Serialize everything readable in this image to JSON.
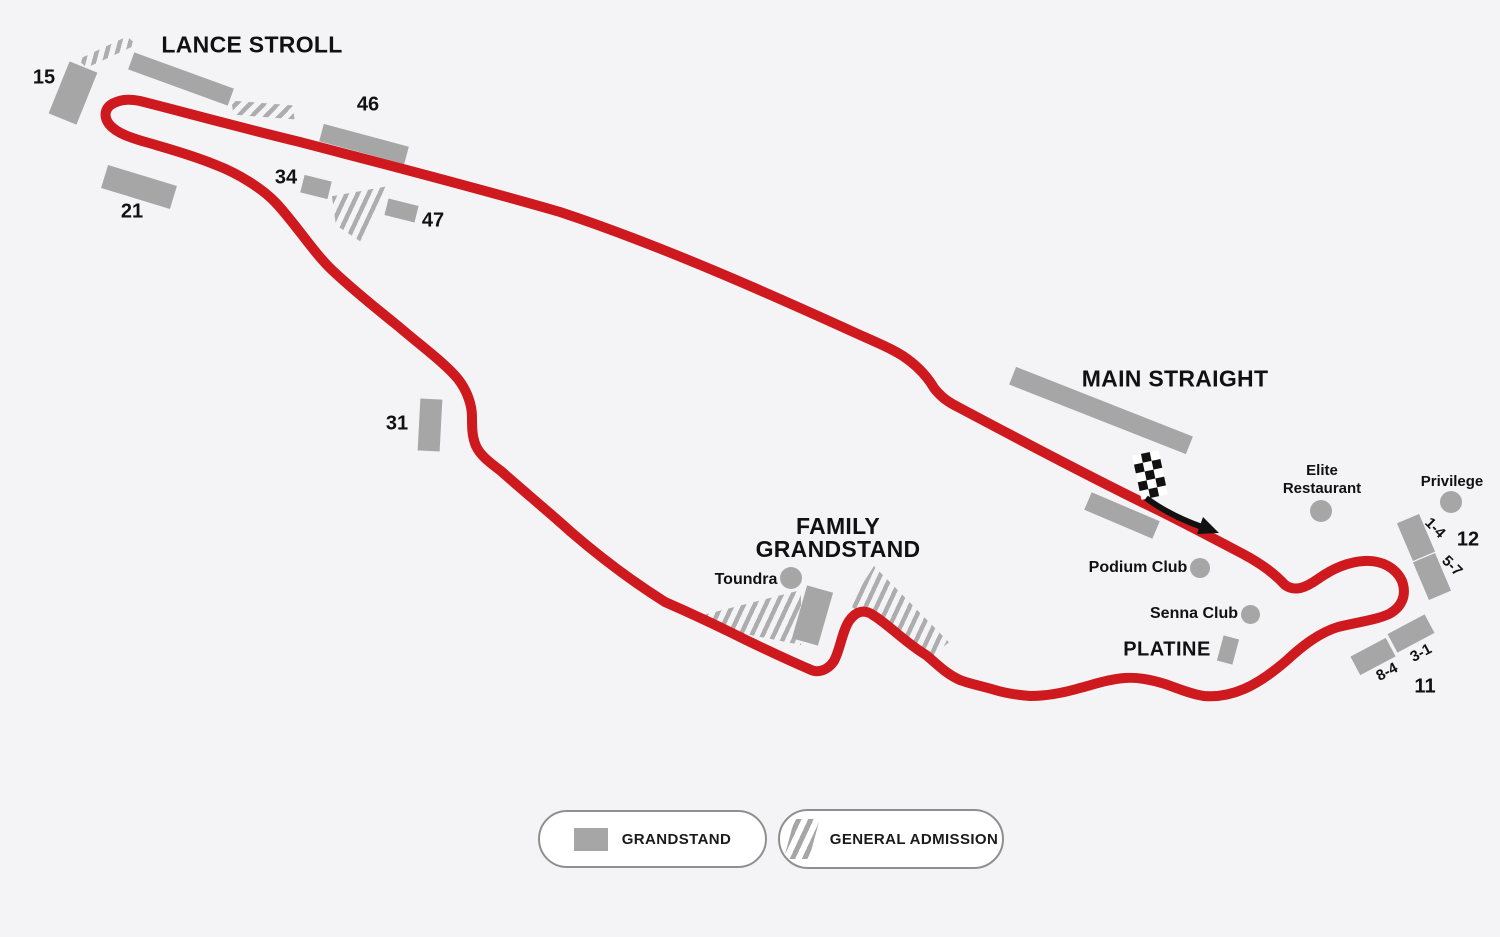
{
  "colors": {
    "background": "#f4f4f6",
    "track_red": "#ce1a1e",
    "stand_gray": "#a6a6a6",
    "text": "#111111",
    "legend_border": "#8f8f8f"
  },
  "areas": {
    "lance_stroll": {
      "label": "LANCE STROLL"
    },
    "main_straight": {
      "label": "MAIN STRAIGHT"
    },
    "family_grandstand": {
      "label_line1": "FAMILY",
      "label_line2": "GRANDSTAND"
    },
    "platine": {
      "label": "PLATINE"
    }
  },
  "grandstands": {
    "g15": {
      "label": "15"
    },
    "g21": {
      "label": "21"
    },
    "g31": {
      "label": "31"
    },
    "g34": {
      "label": "34"
    },
    "g46": {
      "label": "46"
    },
    "g47": {
      "label": "47"
    },
    "g11": {
      "label": "11",
      "sections": {
        "a": "8-4",
        "b": "3-1"
      }
    },
    "g12": {
      "label": "12",
      "sections": {
        "a": "1-4",
        "b": "5-7"
      }
    }
  },
  "venues": {
    "toundra": {
      "label": "Toundra"
    },
    "podium_club": {
      "label": "Podium Club"
    },
    "senna_club": {
      "label": "Senna Club"
    },
    "elite_restaurant": {
      "label_line1": "Elite",
      "label_line2": "Restaurant"
    },
    "privilege": {
      "label": "Privilege"
    }
  },
  "legend": {
    "grandstand": "GRANDSTAND",
    "general_admission": "GENERAL ADMISSION"
  },
  "markers": {
    "start_finish": "checkered-flag",
    "direction": "race-direction-arrow"
  }
}
